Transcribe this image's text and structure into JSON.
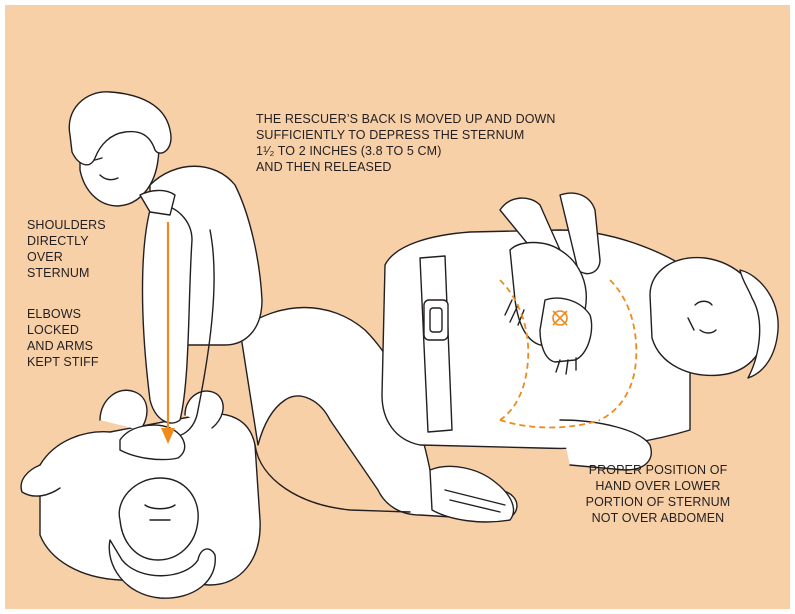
{
  "captions": {
    "top": [
      "THE RESCUER’S BACK IS MOVED UP AND DOWN",
      "SUFFICIENTLY TO DEPRESS THE STERNUM",
      "1¹⁄₂ TO 2 INCHES (3.8 TO 5 CM)",
      "AND THEN RELEASED"
    ],
    "shoulders": [
      "SHOULDERS",
      "DIRECTLY",
      "OVER",
      "STERNUM"
    ],
    "elbows": [
      "ELBOWS",
      "LOCKED",
      "AND ARMS",
      "KEPT STIFF"
    ],
    "hand": [
      "PROPER POSITION OF",
      "HAND OVER LOWER",
      "PORTION OF STERNUM",
      "NOT OVER ABDOMEN"
    ]
  },
  "colors": {
    "background": "#f7d0a8",
    "ink": "#231f20",
    "arrow": "#f08a1c",
    "fill": "#ffffff"
  },
  "icons": {
    "arrow": "down-arrow",
    "target": "crosshair-target"
  }
}
